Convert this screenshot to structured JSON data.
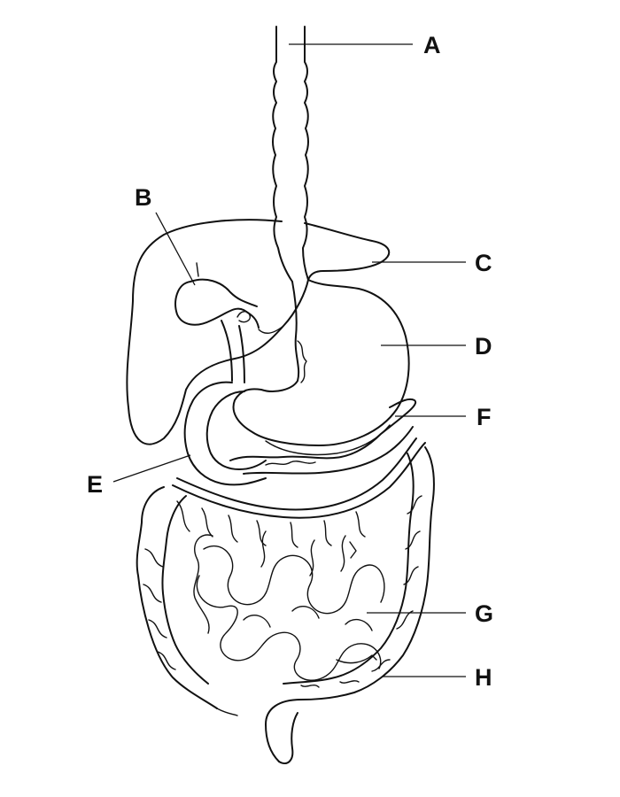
{
  "diagram": {
    "labels": [
      {
        "id": "a",
        "text": "A"
      },
      {
        "id": "b",
        "text": "B"
      },
      {
        "id": "c",
        "text": "C"
      },
      {
        "id": "d",
        "text": "D"
      },
      {
        "id": "e",
        "text": "E"
      },
      {
        "id": "f",
        "text": "F"
      },
      {
        "id": "g",
        "text": "G"
      },
      {
        "id": "h",
        "text": "H"
      }
    ]
  }
}
